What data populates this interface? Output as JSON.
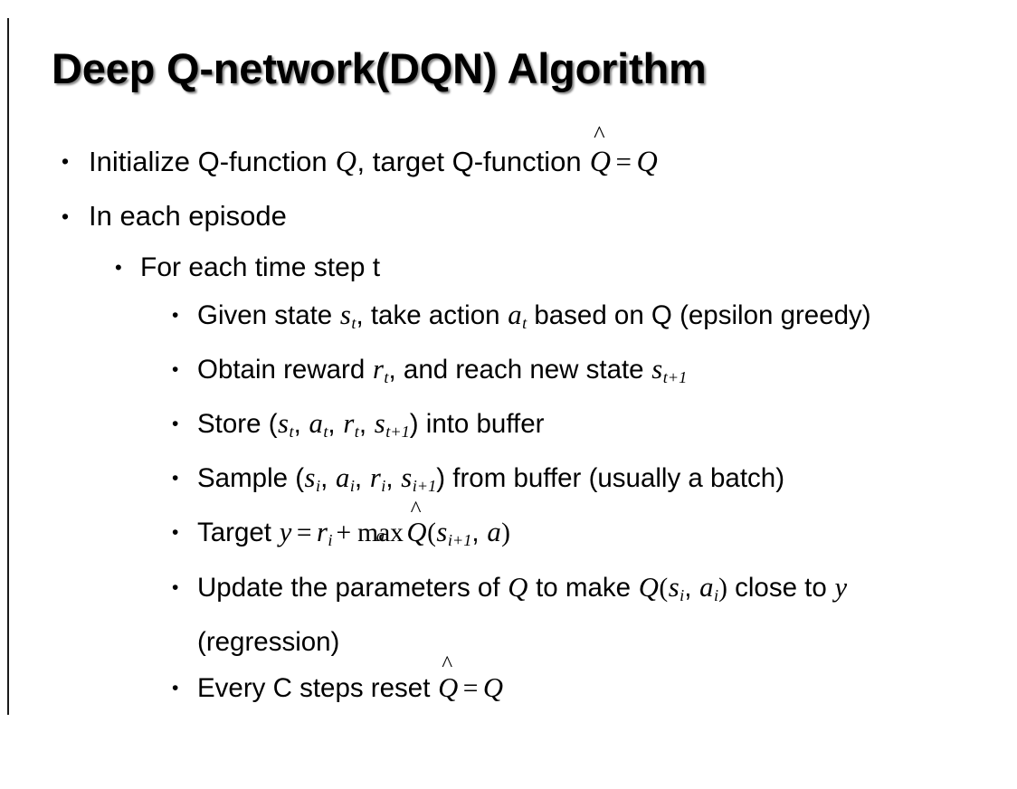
{
  "slide": {
    "title": "Deep Q-network(DQN) Algorithm",
    "background_color": "#ffffff",
    "text_color": "#000000",
    "bullet_glyph": "•"
  },
  "bullets": {
    "b1": {
      "level": 1,
      "pre": "Initialize Q-function ",
      "var_q1": "Q",
      "mid": ", target Q-function ",
      "qhat": "Q",
      "hat": "^",
      "eq": "=",
      "var_q2": "Q"
    },
    "b2": {
      "level": 1,
      "text": "In each episode"
    },
    "b3": {
      "level": 2,
      "text": "For each time step t"
    },
    "b4": {
      "level": 3,
      "pre": "Given state ",
      "s": "s",
      "s_sub": "t",
      "mid": ", take action ",
      "a": "a",
      "a_sub": "t",
      "post": " based on Q (epsilon greedy)"
    },
    "b5": {
      "level": 3,
      "pre": "Obtain reward ",
      "r": "r",
      "r_sub": "t",
      "mid": ", and reach new state ",
      "s": "s",
      "s_sub": "t+1"
    },
    "b6": {
      "level": 3,
      "pre": "Store (",
      "s1": "s",
      "s1_sub": "t",
      "a1": "a",
      "a1_sub": "t",
      "r1": "r",
      "r1_sub": "t",
      "s2": "s",
      "s2_sub": "t+1",
      "post": ") into buffer",
      "comma": ", "
    },
    "b7": {
      "level": 3,
      "pre": "Sample (",
      "s1": "s",
      "s1_sub": "i",
      "a1": "a",
      "a1_sub": "i",
      "r1": "r",
      "r1_sub": "i",
      "s2": "s",
      "s2_sub": "i+1",
      "post": ") from buffer (usually a batch)",
      "comma": ", "
    },
    "b8": {
      "level": 3,
      "pre": "Target ",
      "y": "y",
      "eq": "=",
      "r": "r",
      "r_sub": "i",
      "plus": "+",
      "max": "max",
      "max_lim": "a",
      "qhat": "Q",
      "hat": "^",
      "open": "(",
      "s": "s",
      "s_sub": "i+1",
      "comma": ", ",
      "a": "a",
      "close": ")"
    },
    "b9": {
      "level": 3,
      "pre": "Update the parameters of ",
      "q1": "Q",
      "mid": " to make ",
      "q2": "Q",
      "open": "(",
      "s": "s",
      "s_sub": "i",
      "comma": ", ",
      "a": "a",
      "a_sub": "i",
      "close": ")",
      "post": " close to ",
      "y": "y",
      "tail": " (regression)"
    },
    "b10": {
      "level": 3,
      "pre": "Every C steps reset ",
      "qhat": "Q",
      "hat": "^",
      "eq": "=",
      "q": "Q"
    }
  }
}
